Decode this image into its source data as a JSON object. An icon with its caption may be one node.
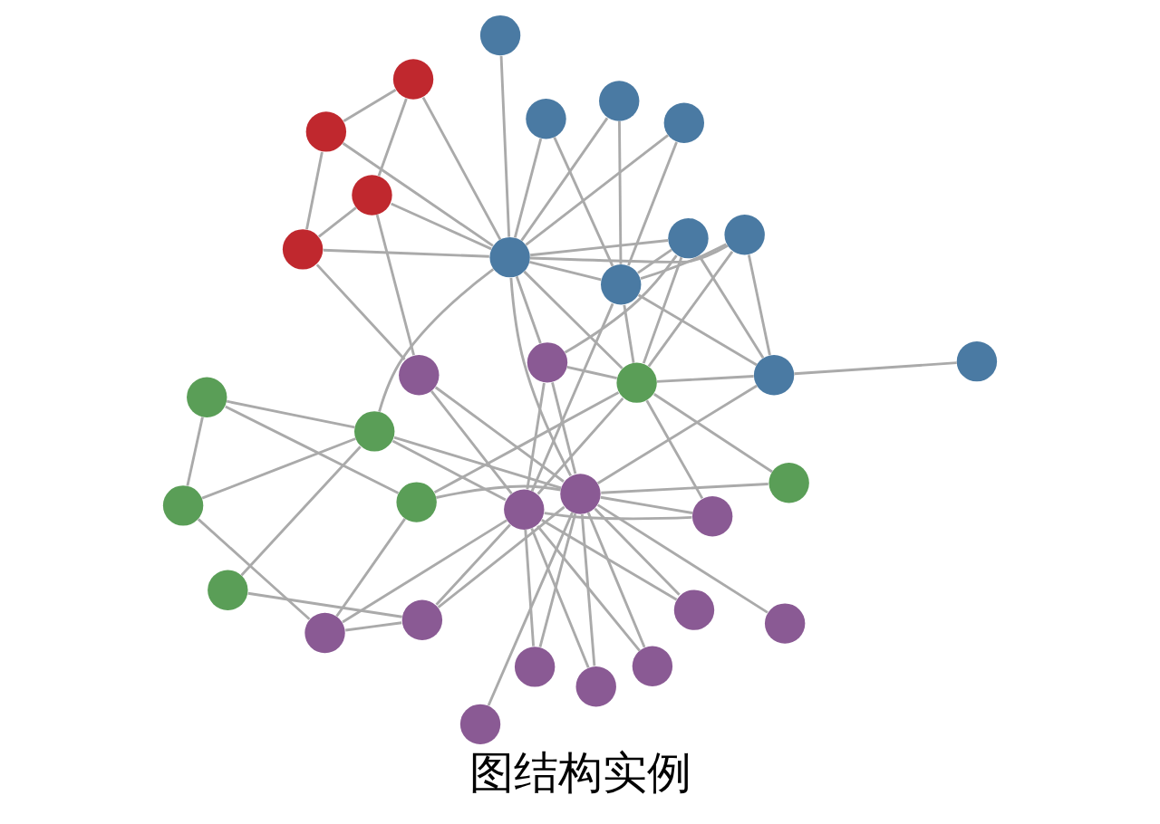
{
  "diagram": {
    "caption": "图结构实例",
    "nodes": [
      {
        "text": [],
        "shape": "circle"
      },
      {
        "text": [],
        "shape": "circle"
      },
      {
        "text": [],
        "shape": "circle"
      },
      {
        "text": [],
        "shape": "circle"
      },
      {
        "text": [],
        "shape": "circle"
      },
      {
        "text": [],
        "shape": "circle"
      },
      {
        "text": [],
        "shape": "circle"
      },
      {
        "text": [],
        "shape": "circle"
      },
      {
        "text": [],
        "shape": "circle"
      },
      {
        "text": [],
        "shape": "circle"
      },
      {
        "text": [],
        "shape": "circle"
      },
      {
        "text": [],
        "shape": "circle"
      },
      {
        "text": [],
        "shape": "circle"
      },
      {
        "text": [],
        "shape": "circle"
      },
      {
        "text": [],
        "shape": "circle"
      },
      {
        "text": [],
        "shape": "circle"
      },
      {
        "text": [],
        "shape": "circle"
      },
      {
        "text": [],
        "shape": "circle"
      },
      {
        "text": [],
        "shape": "circle"
      },
      {
        "text": [],
        "shape": "circle"
      },
      {
        "text": [],
        "shape": "circle"
      },
      {
        "text": [],
        "shape": "circle"
      },
      {
        "text": [],
        "shape": "circle"
      },
      {
        "text": [],
        "shape": "circle"
      },
      {
        "text": [],
        "shape": "circle"
      },
      {
        "text": [],
        "shape": "circle"
      },
      {
        "text": [],
        "shape": "circle"
      },
      {
        "text": [],
        "shape": "circle"
      },
      {
        "text": [],
        "shape": "circle"
      },
      {
        "text": [],
        "shape": "circle"
      },
      {
        "text": [],
        "shape": "circle"
      },
      {
        "text": [],
        "shape": "circle"
      },
      {
        "text": [],
        "shape": "circle"
      },
      {
        "text": [],
        "shape": "circle"
      }
    ],
    "edges": [
      {
        "from": 0,
        "to": 1,
        "arrow": "none"
      },
      {
        "from": 0,
        "to": 6,
        "arrow": "none"
      },
      {
        "from": 0,
        "to": 2,
        "arrow": "none"
      },
      {
        "from": 1,
        "to": 6,
        "arrow": "none"
      },
      {
        "from": 1,
        "to": 3,
        "arrow": "none"
      },
      {
        "from": 2,
        "to": 3,
        "arrow": "none"
      },
      {
        "from": 2,
        "to": 16,
        "arrow": "none"
      },
      {
        "from": 2,
        "to": 18,
        "arrow": "none"
      },
      {
        "from": 3,
        "to": 13,
        "arrow": "none"
      },
      {
        "from": 3,
        "to": 5,
        "arrow": "none"
      },
      {
        "from": 5,
        "to": 9,
        "arrow": "none"
      },
      {
        "from": 5,
        "to": 13,
        "arrow": "none"
      },
      {
        "from": 5,
        "to": 18,
        "arrow": "none"
      },
      {
        "from": 11,
        "to": 13,
        "arrow": "none"
      },
      {
        "from": 11,
        "to": 18,
        "arrow": "none"
      },
      {
        "from": 12,
        "to": 13,
        "arrow": "none"
      },
      {
        "from": 12,
        "to": 18,
        "arrow": "none"
      },
      {
        "from": 19,
        "to": 18,
        "arrow": "none"
      },
      {
        "from": 21,
        "to": 18,
        "arrow": "none"
      },
      {
        "from": 21,
        "to": 13,
        "arrow": "none"
      },
      {
        "from": 28,
        "to": 13,
        "arrow": "none"
      },
      {
        "from": 28,
        "to": 18,
        "arrow": "none"
      },
      {
        "from": 29,
        "to": 18,
        "arrow": "none"
      },
      {
        "from": 29,
        "to": 13,
        "arrow": "none"
      },
      {
        "from": 30,
        "to": 18,
        "arrow": "none"
      },
      {
        "from": 30,
        "to": 16,
        "arrow": "none"
      },
      {
        "from": 4,
        "to": 18,
        "arrow": "none"
      },
      {
        "from": 6,
        "to": 9,
        "arrow": "none"
      },
      {
        "from": 6,
        "to": 13,
        "arrow": "none"
      },
      {
        "from": 6,
        "to": 18,
        "arrow": "none"
      },
      {
        "from": 6,
        "to": 20,
        "arrow": "none"
      },
      {
        "from": 10,
        "to": 13,
        "arrow": "none"
      },
      {
        "from": 10,
        "to": 18,
        "arrow": "none"
      },
      {
        "from": 10,
        "to": 16,
        "arrow": "none"
      },
      {
        "from": 16,
        "to": 8,
        "arrow": "none"
      },
      {
        "from": 16,
        "to": 15,
        "arrow": "none"
      },
      {
        "from": 16,
        "to": 20,
        "arrow": "none"
      },
      {
        "from": 16,
        "to": 24,
        "arrow": "none"
      },
      {
        "from": 16,
        "to": 13,
        "arrow": "none"
      },
      {
        "from": 16,
        "to": 25,
        "arrow": "none"
      },
      {
        "from": 16,
        "to": 26,
        "arrow": "none"
      },
      {
        "from": 25,
        "to": 18,
        "arrow": "none"
      },
      {
        "from": 25,
        "to": 13,
        "arrow": "none"
      },
      {
        "from": 25,
        "to": 20,
        "arrow": "none"
      },
      {
        "from": 8,
        "to": 13,
        "arrow": "none"
      },
      {
        "from": 8,
        "to": 7,
        "arrow": "none"
      },
      {
        "from": 8,
        "to": 14,
        "arrow": "none"
      },
      {
        "from": 8,
        "to": 20,
        "arrow": "none"
      },
      {
        "from": 8,
        "to": 26,
        "arrow": "none"
      },
      {
        "from": 8,
        "to": 24,
        "arrow": "none"
      },
      {
        "from": 8,
        "to": 23,
        "arrow": "none"
      },
      {
        "from": 8,
        "to": 15,
        "arrow": "none"
      },
      {
        "from": 7,
        "to": 20,
        "arrow": "none"
      },
      {
        "from": 14,
        "to": 20,
        "arrow": "none"
      },
      {
        "from": 17,
        "to": 20,
        "arrow": "none"
      },
      {
        "from": 15,
        "to": 20,
        "arrow": "none"
      },
      {
        "from": 15,
        "to": 26,
        "arrow": "none"
      },
      {
        "from": 20,
        "to": 27,
        "arrow": "none"
      },
      {
        "from": 20,
        "to": 31,
        "arrow": "none"
      },
      {
        "from": 20,
        "to": 32,
        "arrow": "none"
      },
      {
        "from": 20,
        "to": 33,
        "arrow": "none"
      },
      {
        "from": 20,
        "to": 24,
        "arrow": "none"
      },
      {
        "from": 20,
        "to": 23,
        "arrow": "none"
      },
      {
        "from": 20,
        "to": 18,
        "arrow": "none"
      },
      {
        "from": 26,
        "to": 24,
        "arrow": "none"
      },
      {
        "from": 26,
        "to": 22,
        "arrow": "none"
      },
      {
        "from": 26,
        "to": 18,
        "arrow": "none"
      },
      {
        "from": 24,
        "to": 25,
        "arrow": "none"
      },
      {
        "from": 27,
        "to": 29,
        "arrow": "none"
      },
      {
        "from": 27,
        "to": 31,
        "arrow": "none"
      },
      {
        "from": 27,
        "to": 32,
        "arrow": "none"
      },
      {
        "from": 29,
        "to": 31,
        "arrow": "none"
      },
      {
        "from": 31,
        "to": 33,
        "arrow": "none"
      },
      {
        "from": 32,
        "to": 33,
        "arrow": "none"
      }
    ]
  }
}
